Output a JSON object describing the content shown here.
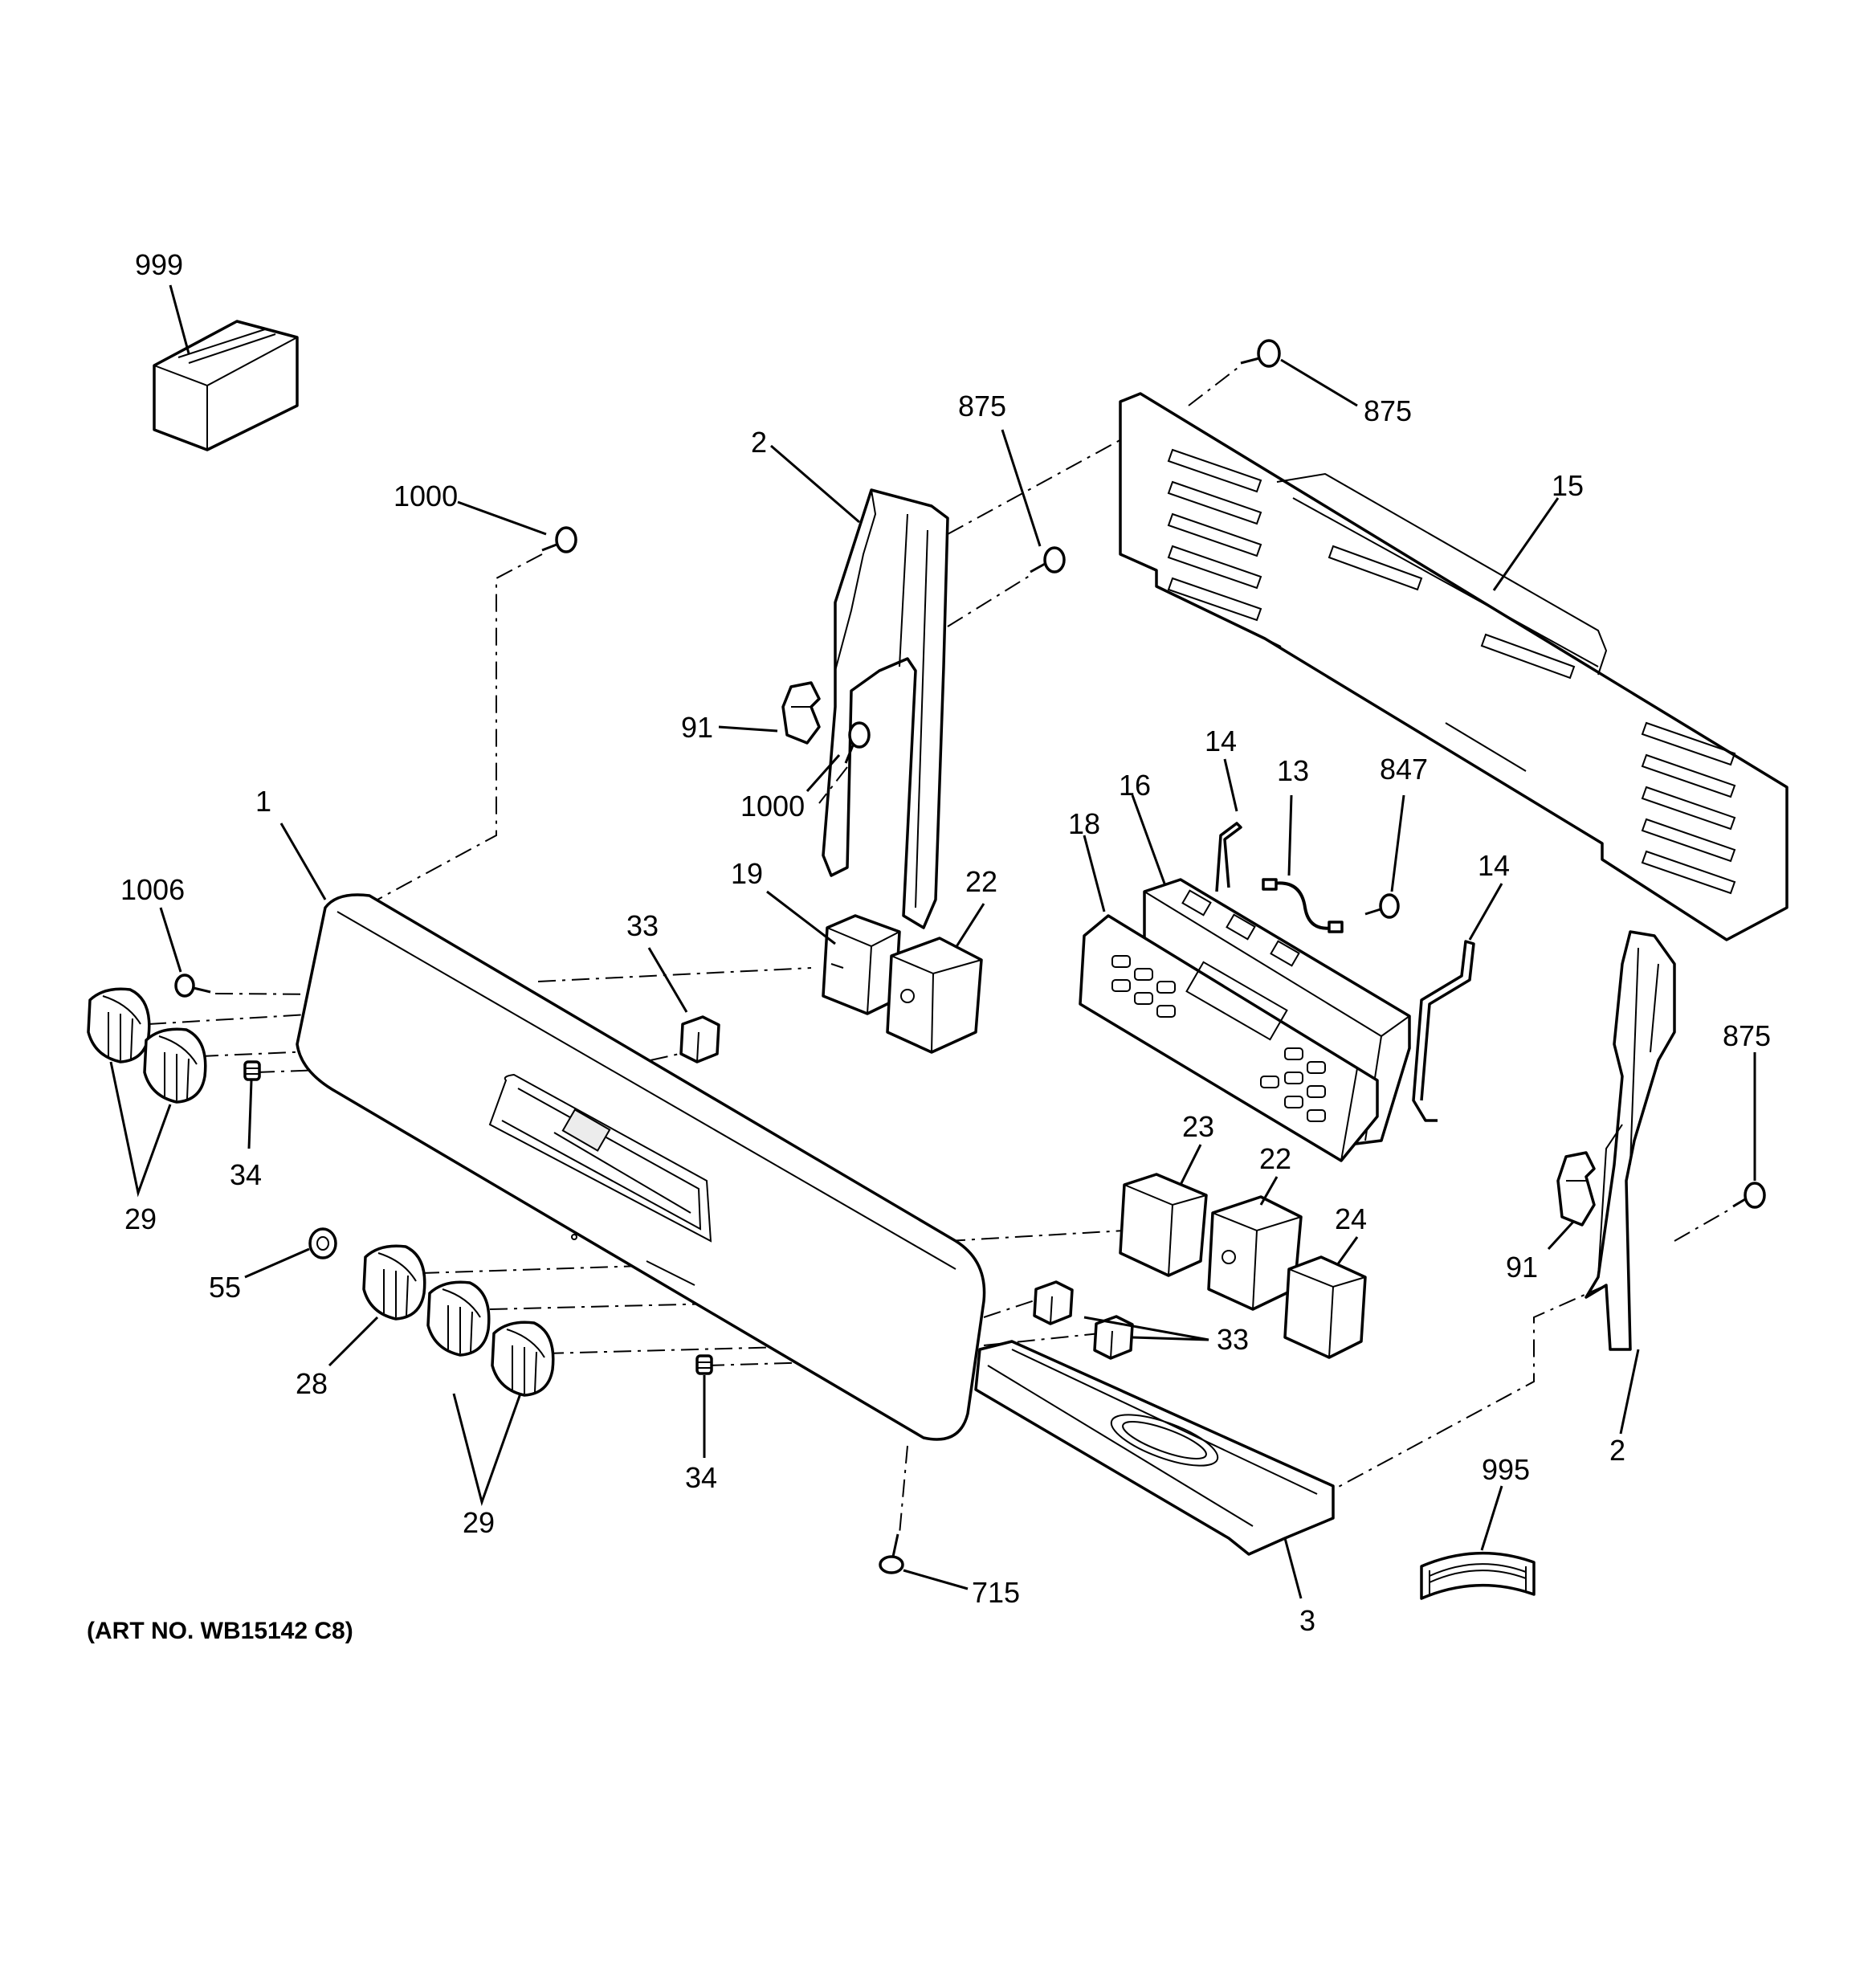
{
  "diagram": {
    "caption": "(ART NO. WB15142 C8)",
    "callouts": [
      {
        "id": "c999",
        "text": "999"
      },
      {
        "id": "c1000a",
        "text": "1000"
      },
      {
        "id": "c2a",
        "text": "2"
      },
      {
        "id": "c875a",
        "text": "875"
      },
      {
        "id": "c875b",
        "text": "875"
      },
      {
        "id": "c15",
        "text": "15"
      },
      {
        "id": "c91a",
        "text": "91"
      },
      {
        "id": "c1000b",
        "text": "1000"
      },
      {
        "id": "c14a",
        "text": "14"
      },
      {
        "id": "c16",
        "text": "16"
      },
      {
        "id": "c13",
        "text": "13"
      },
      {
        "id": "c847",
        "text": "847"
      },
      {
        "id": "c18",
        "text": "18"
      },
      {
        "id": "c1",
        "text": "1"
      },
      {
        "id": "c14b",
        "text": "14"
      },
      {
        "id": "c1006",
        "text": "1006"
      },
      {
        "id": "c19",
        "text": "19"
      },
      {
        "id": "c22a",
        "text": "22"
      },
      {
        "id": "c33a",
        "text": "33"
      },
      {
        "id": "c875c",
        "text": "875"
      },
      {
        "id": "c34a",
        "text": "34"
      },
      {
        "id": "c29a",
        "text": "29"
      },
      {
        "id": "c23",
        "text": "23"
      },
      {
        "id": "c22b",
        "text": "22"
      },
      {
        "id": "c24",
        "text": "24"
      },
      {
        "id": "c91b",
        "text": "91"
      },
      {
        "id": "c55",
        "text": "55"
      },
      {
        "id": "c33b",
        "text": "33"
      },
      {
        "id": "c28",
        "text": "28"
      },
      {
        "id": "c34b",
        "text": "34"
      },
      {
        "id": "c29b",
        "text": "29"
      },
      {
        "id": "c2b",
        "text": "2"
      },
      {
        "id": "c995",
        "text": "995"
      },
      {
        "id": "c715",
        "text": "715"
      },
      {
        "id": "c3",
        "text": "3"
      }
    ]
  }
}
